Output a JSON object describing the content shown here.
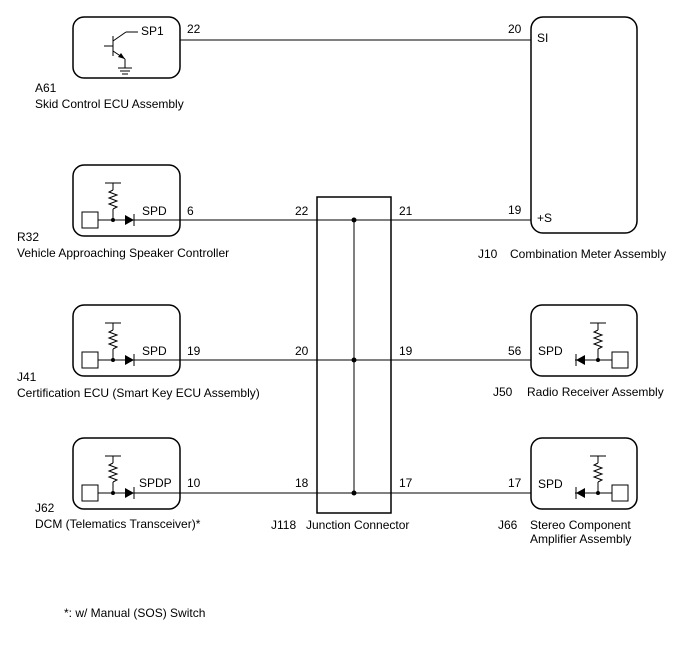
{
  "components": {
    "a61": {
      "code": "A61",
      "name": "Skid Control ECU Assembly",
      "pin_label": "SP1",
      "pin": "22"
    },
    "r32": {
      "code": "R32",
      "name": "Vehicle Approaching Speaker Controller",
      "pin_label": "SPD",
      "pin": "6"
    },
    "j41": {
      "code": "J41",
      "name": "Certification ECU (Smart Key ECU Assembly)",
      "pin_label": "SPD",
      "pin": "19"
    },
    "j62": {
      "code": "J62",
      "name": "DCM (Telematics Transceiver)*",
      "pin_label": "SPDP",
      "pin": "10"
    },
    "j10": {
      "code": "J10",
      "name": "Combination Meter Assembly",
      "pin_si_label": "SI",
      "pin_si": "20",
      "pin_s_label": "+S",
      "pin_s": "19"
    },
    "j50": {
      "code": "J50",
      "name": "Radio Receiver Assembly",
      "pin_label": "SPD",
      "pin": "56"
    },
    "j66": {
      "code": "J66",
      "name_line1": "Stereo Component",
      "name_line2": "Amplifier Assembly",
      "pin_label": "SPD",
      "pin": "17"
    }
  },
  "junction": {
    "code": "J118",
    "name": "Junction Connector",
    "left_pins": [
      "22",
      "20",
      "18"
    ],
    "right_pins": [
      "21",
      "19",
      "17"
    ]
  },
  "footnote": "*: w/ Manual (SOS) Switch"
}
